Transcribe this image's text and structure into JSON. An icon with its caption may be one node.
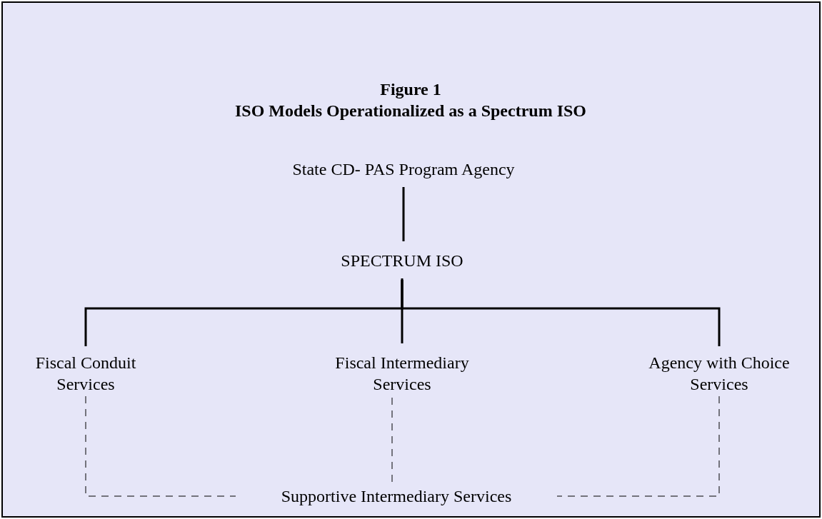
{
  "diagram": {
    "title": "ISO Models Operationalized as a Spectrum ISO",
    "nodes": [
      {
        "text": [
          "State CD- PAS Program Agency"
        ]
      },
      {
        "text": [
          "SPECTRUM ISO"
        ]
      },
      {
        "text": [
          "Fiscal Conduit Services"
        ]
      },
      {
        "text": [
          "Fiscal Intermediary Services"
        ]
      },
      {
        "text": [
          "Agency with Choice Services"
        ]
      },
      {
        "text": [
          "Supportive Intermediary Services"
        ]
      }
    ],
    "edges": [
      {
        "from": 0,
        "to": 1,
        "arrow": "none"
      },
      {
        "from": 1,
        "to": 2,
        "arrow": "none"
      },
      {
        "from": 1,
        "to": 3,
        "arrow": "none"
      },
      {
        "from": 1,
        "to": 4,
        "arrow": "none"
      },
      {
        "from": 2,
        "to": 5,
        "arrow": "none",
        "style": "dashed"
      },
      {
        "from": 3,
        "to": 5,
        "arrow": "none",
        "style": "dashed"
      },
      {
        "from": 4,
        "to": 5,
        "arrow": "none",
        "style": "dashed"
      }
    ],
    "labels": [
      "Figure 1"
    ]
  }
}
